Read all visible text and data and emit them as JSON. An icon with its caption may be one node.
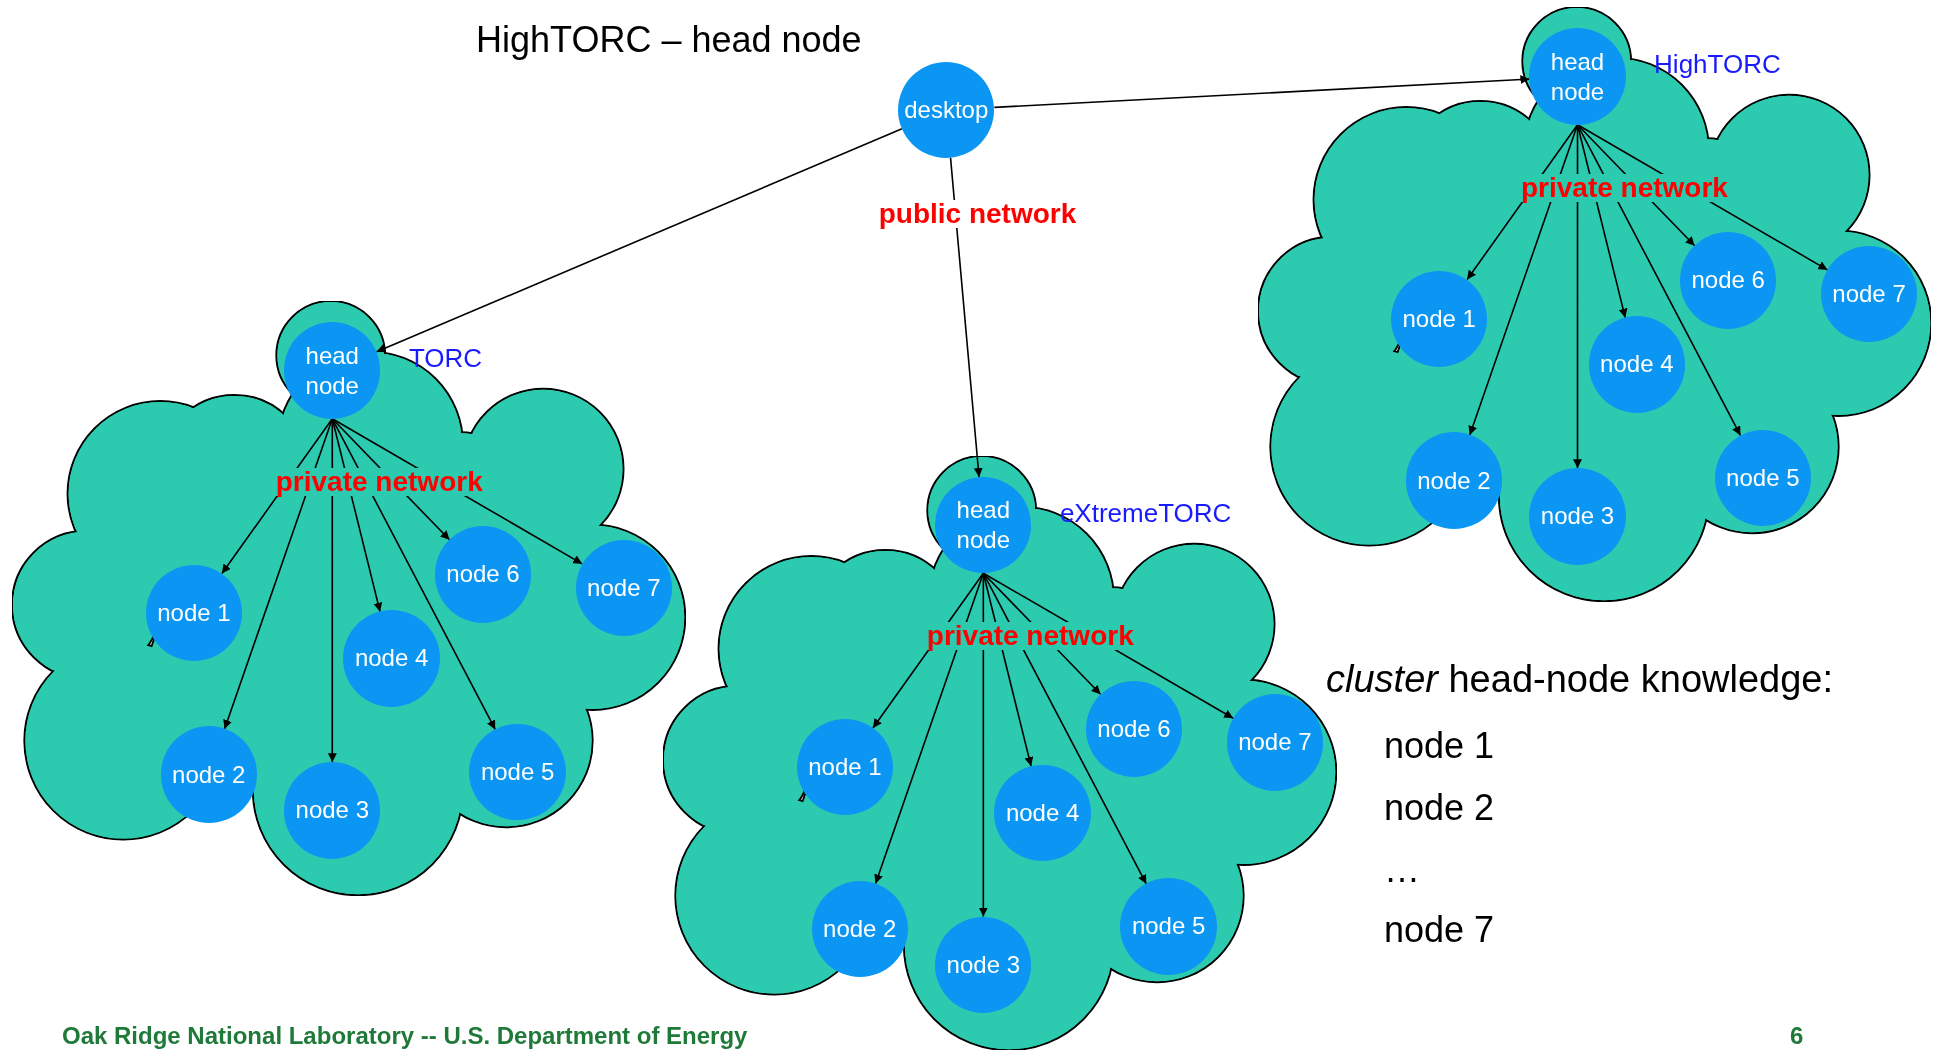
{
  "diagram": {
    "title": "HighTORC – head node",
    "nodes": [
      {
        "text": [
          "desktop"
        ]
      },
      {
        "text": [
          "private network"
        ],
        "beside": [
          "HighTORC"
        ]
      },
      {
        "text": [
          "head node"
        ],
        "in": 1
      },
      {
        "text": [
          "node 1"
        ],
        "in": 1
      },
      {
        "text": [
          "node 2"
        ],
        "in": 1
      },
      {
        "text": [
          "node 3"
        ],
        "in": 1
      },
      {
        "text": [
          "node 4"
        ],
        "in": 1
      },
      {
        "text": [
          "node 5"
        ],
        "in": 1
      },
      {
        "text": [
          "node 6"
        ],
        "in": 1
      },
      {
        "text": [
          "node 7"
        ],
        "in": 1
      },
      {
        "text": [
          "private network"
        ],
        "beside": [
          "TORC"
        ]
      },
      {
        "text": [
          "head node"
        ],
        "in": 10
      },
      {
        "text": [
          "node 1"
        ],
        "in": 10
      },
      {
        "text": [
          "node 2"
        ],
        "in": 10
      },
      {
        "text": [
          "node 3"
        ],
        "in": 10
      },
      {
        "text": [
          "node 4"
        ],
        "in": 10
      },
      {
        "text": [
          "node 5"
        ],
        "in": 10
      },
      {
        "text": [
          "node 6"
        ],
        "in": 10
      },
      {
        "text": [
          "node 7"
        ],
        "in": 10
      },
      {
        "text": [
          "private network"
        ],
        "beside": [
          "eXtremeTORC"
        ]
      },
      {
        "text": [
          "head node"
        ],
        "in": 19
      },
      {
        "text": [
          "node 1"
        ],
        "in": 19
      },
      {
        "text": [
          "node 2"
        ],
        "in": 19
      },
      {
        "text": [
          "node 3"
        ],
        "in": 19
      },
      {
        "text": [
          "node 4"
        ],
        "in": 19
      },
      {
        "text": [
          "node 5"
        ],
        "in": 19
      },
      {
        "text": [
          "node 6"
        ],
        "in": 19
      },
      {
        "text": [
          "node 7"
        ],
        "in": 19
      }
    ],
    "edges": [
      {
        "from": 0,
        "to": 2,
        "arrow": "to"
      },
      {
        "from": 0,
        "to": 11,
        "arrow": "to"
      },
      {
        "from": 0,
        "to": 20,
        "arrow": "to",
        "label": "public network"
      },
      {
        "from": 2,
        "to": 3,
        "arrow": "to"
      },
      {
        "from": 2,
        "to": 4,
        "arrow": "to"
      },
      {
        "from": 2,
        "to": 5,
        "arrow": "to"
      },
      {
        "from": 2,
        "to": 6,
        "arrow": "to"
      },
      {
        "from": 2,
        "to": 7,
        "arrow": "to"
      },
      {
        "from": 2,
        "to": 8,
        "arrow": "to"
      },
      {
        "from": 2,
        "to": 9,
        "arrow": "to"
      },
      {
        "from": 11,
        "to": 12,
        "arrow": "to"
      },
      {
        "from": 11,
        "to": 13,
        "arrow": "to"
      },
      {
        "from": 11,
        "to": 14,
        "arrow": "to"
      },
      {
        "from": 11,
        "to": 15,
        "arrow": "to"
      },
      {
        "from": 11,
        "to": 16,
        "arrow": "to"
      },
      {
        "from": 11,
        "to": 17,
        "arrow": "to"
      },
      {
        "from": 11,
        "to": 18,
        "arrow": "to"
      },
      {
        "from": 20,
        "to": 21,
        "arrow": "to"
      },
      {
        "from": 20,
        "to": 22,
        "arrow": "to"
      },
      {
        "from": 20,
        "to": 23,
        "arrow": "to"
      },
      {
        "from": 20,
        "to": 24,
        "arrow": "to"
      },
      {
        "from": 20,
        "to": 25,
        "arrow": "to"
      },
      {
        "from": 20,
        "to": 26,
        "arrow": "to"
      },
      {
        "from": 20,
        "to": 27,
        "arrow": "to"
      }
    ],
    "labels": [
      "*cluster* head-node knowledge:",
      "node 1",
      "node 2",
      "…",
      "node 7",
      "Oak Ridge National Laboratory -- U.S. Department of Energy",
      "6"
    ]
  }
}
